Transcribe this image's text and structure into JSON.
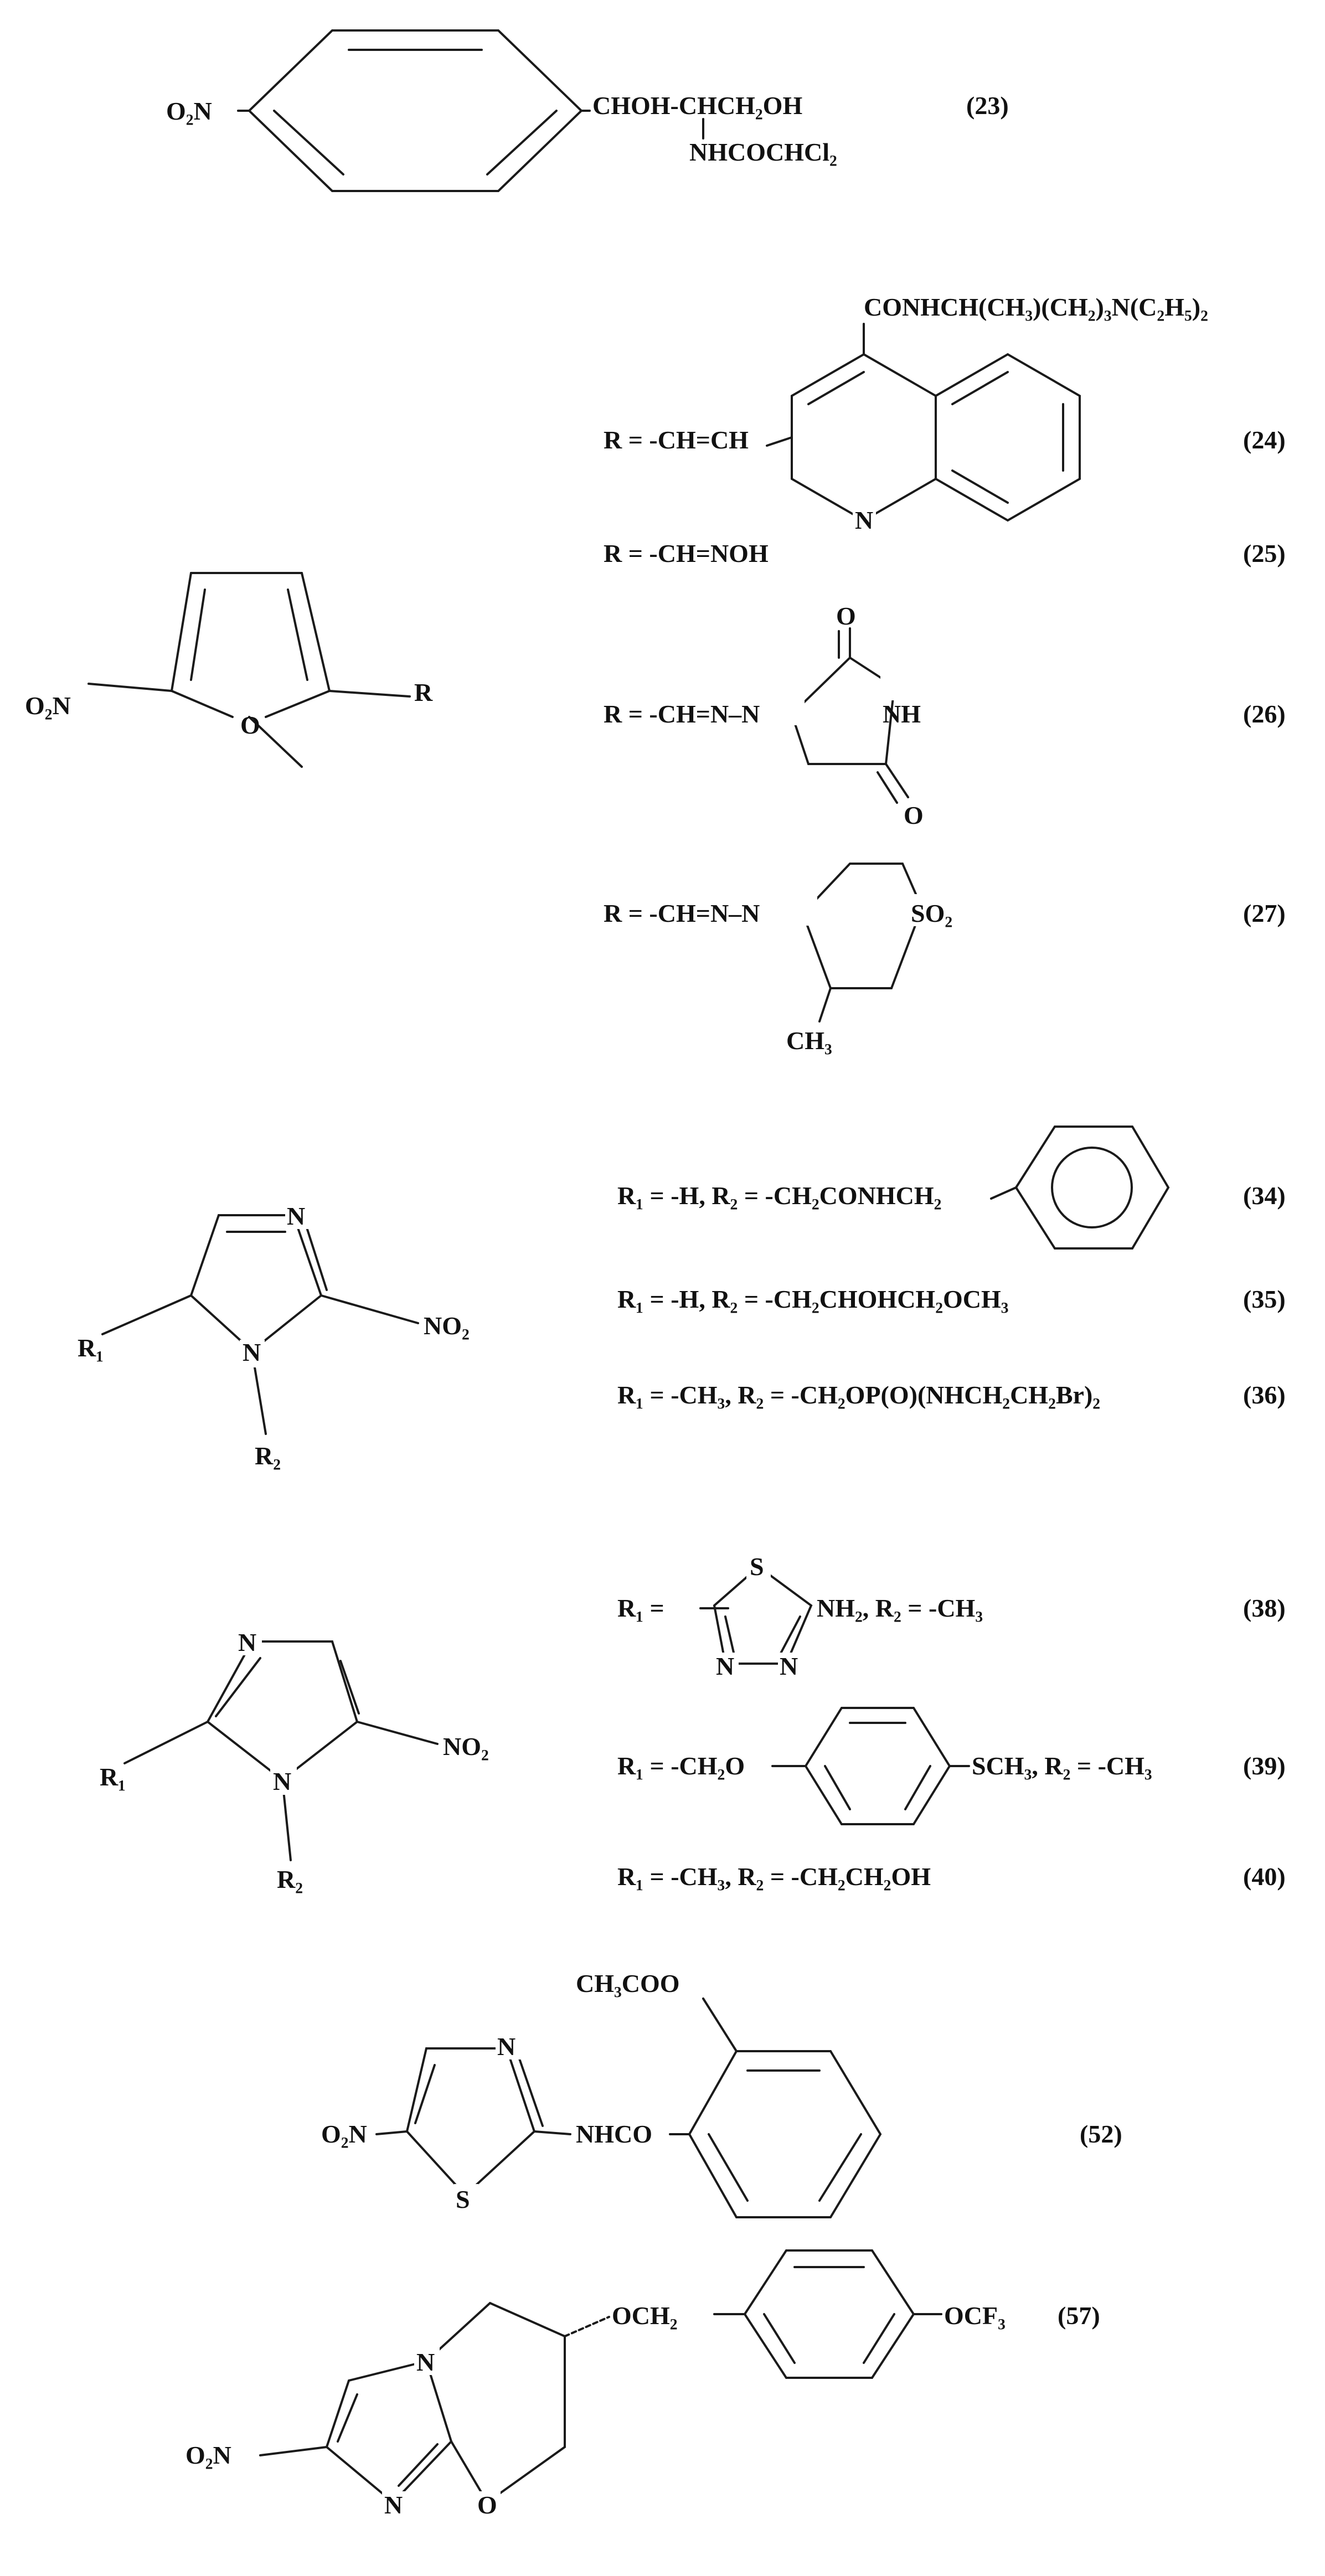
{
  "compounds": {
    "c23": {
      "no2": "O₂N",
      "chain1": "CHOH-CHCH₂OH",
      "chain2": "NHCOCHCl₂",
      "num": "(23)"
    },
    "furan": {
      "no2": "O₂N",
      "o": "O",
      "r": "R"
    },
    "c24": {
      "r": "R = -CH=CH",
      "amide": "CONHCH(CH₃)(CH₂)₃N(C₂H₅)₂",
      "n": "N",
      "num": "(24)"
    },
    "c25": {
      "r": "R = -CH=NOH",
      "num": "(25)"
    },
    "c26": {
      "r": "R = -CH=N–N",
      "o1": "O",
      "nh": "NH",
      "o2": "O",
      "num": "(26)"
    },
    "c27": {
      "r": "R = -CH=N–N",
      "so2": "SO₂",
      "ch3": "CH₃",
      "num": "(27)"
    },
    "imid2": {
      "n": "N",
      "no2": "NO₂",
      "r1": "R₁",
      "n1": "N",
      "r2": "R₂"
    },
    "c34": {
      "text": "R₁ = -H, R₂ = -CH₂CONHCH₂",
      "num": "(34)"
    },
    "c35": {
      "text": "R₁ = -H, R₂ = -CH₂CHOHCH₂OCH₃",
      "num": "(35)"
    },
    "c36": {
      "text": "R₁ = -CH₃, R₂ = -CH₂OP(O)(NHCH₂CH₂Br)₂",
      "num": "(36)"
    },
    "imid5": {
      "n": "N",
      "no2": "NO₂",
      "r1": "R₁",
      "n1": "N",
      "r2": "R₂"
    },
    "c38": {
      "r1": "R₁ =",
      "s": "S",
      "tail": "NH₂, R₂ = -CH₃",
      "n1": "N",
      "n2": "N",
      "num": "(38)"
    },
    "c39": {
      "head": "R₁ = -CH₂O",
      "tail": "SCH₃, R₂ = -CH₃",
      "num": "(39)"
    },
    "c40": {
      "text": "R₁ = -CH₃, R₂ = -CH₂CH₂OH",
      "num": "(40)"
    },
    "c52": {
      "acet": "CH₃COO",
      "n": "N",
      "no2": "O₂N",
      "nhco": "NHCO",
      "s": "S",
      "num": "(52)"
    },
    "c57": {
      "och2": "OCH₂",
      "ocf3": "OCF₃",
      "n": "N",
      "no2": "O₂N",
      "n2": "N",
      "o": "O",
      "num": "(57)"
    }
  }
}
